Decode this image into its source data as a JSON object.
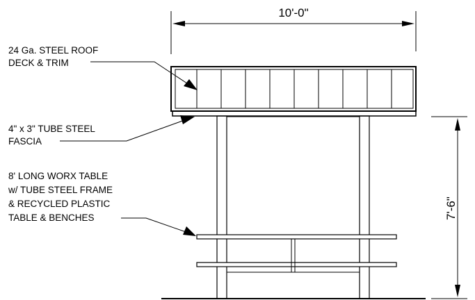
{
  "dimensions": {
    "width": "10'-0\"",
    "height": "7'-6\""
  },
  "callouts": {
    "roof": [
      "24 Ga. STEEL ROOF",
      "DECK & TRIM"
    ],
    "fascia": [
      "4\" x 3\" TUBE STEEL",
      "FASCIA"
    ],
    "table": [
      "8' LONG WORX TABLE",
      "w/ TUBE STEEL FRAME",
      "& RECYCLED PLASTIC",
      "TABLE & BENCHES"
    ]
  }
}
